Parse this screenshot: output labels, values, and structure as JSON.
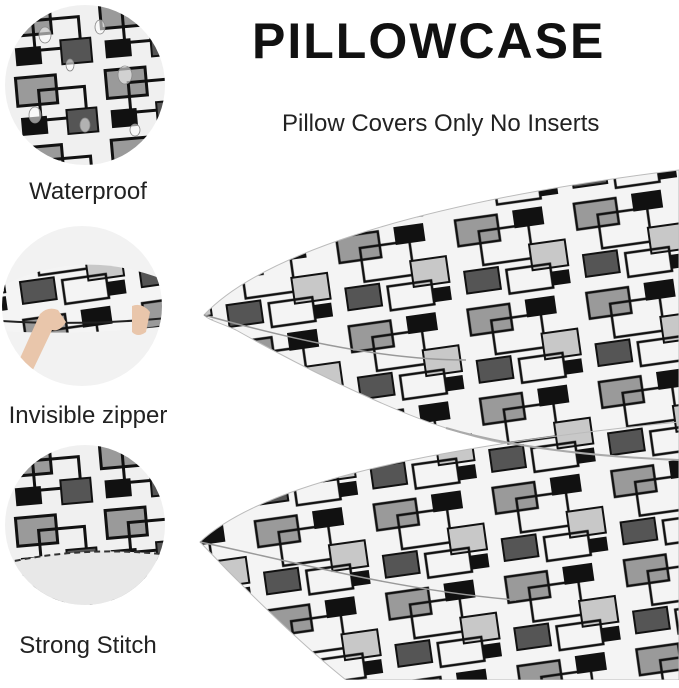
{
  "header": {
    "title": "PILLOWCASE",
    "subtitle": "Pillow Covers Only No Inserts"
  },
  "features": [
    {
      "label": "Waterproof",
      "icon": "water-droplets-icon"
    },
    {
      "label": "Invisible zipper",
      "icon": "zipper-hands-icon"
    },
    {
      "label": "Strong Stitch",
      "icon": "stitch-closeup-icon"
    }
  ],
  "colors": {
    "pattern_black": "#111111",
    "pattern_dark_gray": "#555555",
    "pattern_gray": "#9a9a9a",
    "pattern_light_gray": "#c8c8c8",
    "fabric_white": "#f4f4f4"
  }
}
